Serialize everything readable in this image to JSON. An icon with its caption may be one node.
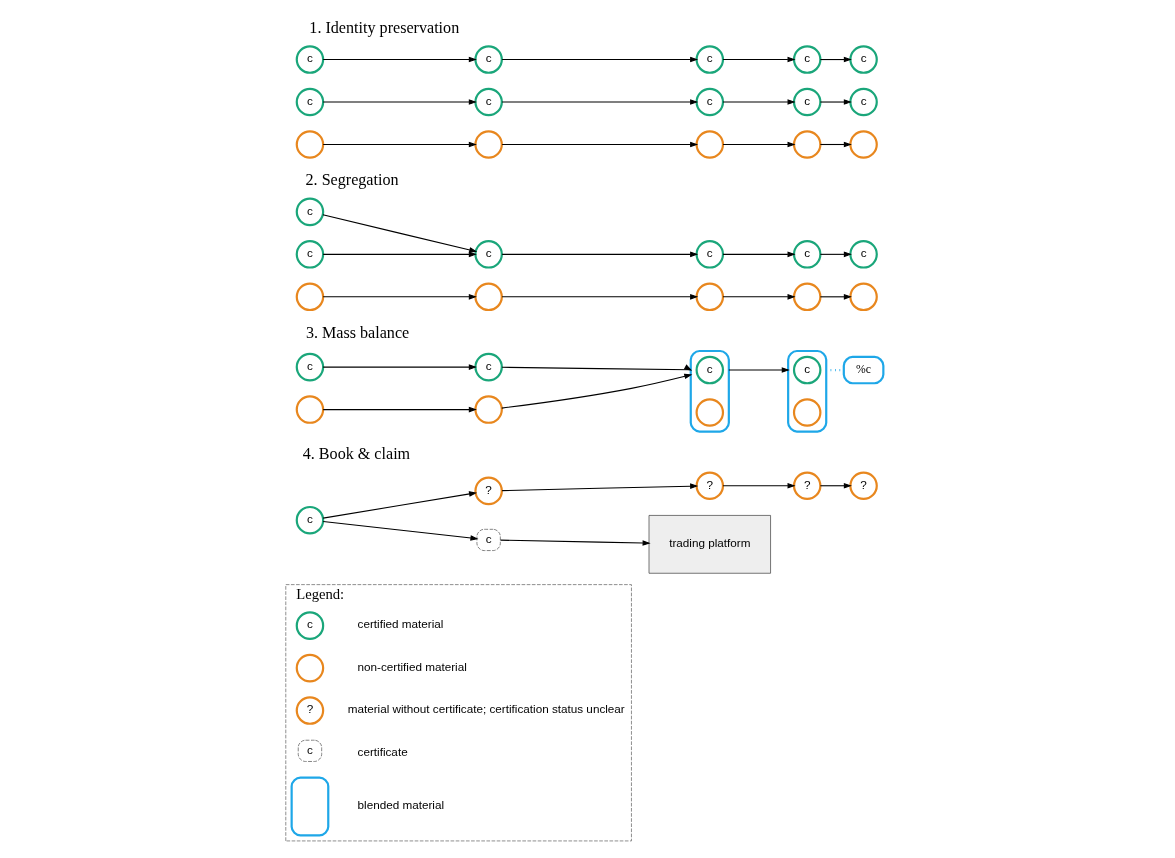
{
  "diagram": {
    "nodes": [
      {
        "text": [
          "c"
        ]
      },
      {
        "text": [
          "c"
        ]
      },
      {
        "text": [
          "c"
        ]
      },
      {
        "text": [
          "c"
        ]
      },
      {
        "text": [
          "c"
        ]
      },
      {
        "text": [
          "c"
        ]
      },
      {
        "text": [
          "c"
        ]
      },
      {
        "text": [
          "c"
        ]
      },
      {
        "text": [
          "c"
        ]
      },
      {
        "text": [
          "c"
        ]
      },
      {
        "text": [],
        "shape": "circle"
      },
      {
        "text": [],
        "shape": "circle"
      },
      {
        "text": [],
        "shape": "circle"
      },
      {
        "text": [],
        "shape": "circle"
      },
      {
        "text": [],
        "shape": "circle"
      },
      {
        "text": [
          "c"
        ]
      },
      {
        "text": [
          "c"
        ]
      },
      {
        "text": [
          "c"
        ]
      },
      {
        "text": [
          "c"
        ]
      },
      {
        "text": [
          "c"
        ]
      },
      {
        "text": [
          "c"
        ]
      },
      {
        "text": [],
        "shape": "circle"
      },
      {
        "text": [],
        "shape": "circle"
      },
      {
        "text": [],
        "shape": "circle"
      },
      {
        "text": [],
        "shape": "circle"
      },
      {
        "text": [],
        "shape": "circle"
      },
      {
        "text": [
          "c"
        ]
      },
      {
        "text": [
          "c"
        ]
      },
      {
        "text": [],
        "shape": "circle"
      },
      {
        "text": [],
        "shape": "circle"
      },
      {
        "text": [],
        "shape": "box"
      },
      {
        "text": [
          "c"
        ],
        "in": 30
      },
      {
        "text": [],
        "shape": "circle",
        "in": 30
      },
      {
        "text": [],
        "shape": "box"
      },
      {
        "text": [
          "c"
        ],
        "in": 33
      },
      {
        "text": [],
        "shape": "circle",
        "in": 33
      },
      {
        "text": [
          "%c"
        ]
      },
      {
        "text": [
          "c"
        ]
      },
      {
        "text": [
          "c"
        ]
      },
      {
        "text": [
          "trading platform"
        ]
      },
      {
        "text": [
          "?"
        ]
      },
      {
        "text": [
          "?"
        ]
      },
      {
        "text": [
          "?"
        ]
      },
      {
        "text": [
          "?"
        ]
      },
      {
        "text": [
          "Legend:"
        ]
      },
      {
        "text": [
          "c"
        ],
        "in": 44,
        "beside": [
          "certified material"
        ]
      },
      {
        "text": [],
        "shape": "circle",
        "in": 44,
        "beside": [
          "non-certified material"
        ]
      },
      {
        "text": [
          "?"
        ],
        "in": 44,
        "beside": [
          "material without certificate; certification status unclear"
        ]
      },
      {
        "text": [
          "c"
        ],
        "in": 44,
        "beside": [
          "certificate"
        ]
      },
      {
        "text": [],
        "shape": "box",
        "in": 44,
        "beside": [
          "blended material"
        ]
      }
    ],
    "edges": [
      {
        "from": 0,
        "to": 1,
        "arrow": "to"
      },
      {
        "from": 1,
        "to": 2,
        "arrow": "to"
      },
      {
        "from": 2,
        "to": 3,
        "arrow": "to"
      },
      {
        "from": 3,
        "to": 4,
        "arrow": "to"
      },
      {
        "from": 5,
        "to": 6,
        "arrow": "to"
      },
      {
        "from": 6,
        "to": 7,
        "arrow": "to"
      },
      {
        "from": 7,
        "to": 8,
        "arrow": "to"
      },
      {
        "from": 8,
        "to": 9,
        "arrow": "to"
      },
      {
        "from": 10,
        "to": 11,
        "arrow": "to"
      },
      {
        "from": 11,
        "to": 12,
        "arrow": "to"
      },
      {
        "from": 12,
        "to": 13,
        "arrow": "to"
      },
      {
        "from": 13,
        "to": 14,
        "arrow": "to"
      },
      {
        "from": 15,
        "to": 17,
        "arrow": "to"
      },
      {
        "from": 16,
        "to": 17,
        "arrow": "to"
      },
      {
        "from": 17,
        "to": 18,
        "arrow": "to"
      },
      {
        "from": 18,
        "to": 19,
        "arrow": "to"
      },
      {
        "from": 19,
        "to": 20,
        "arrow": "to"
      },
      {
        "from": 21,
        "to": 22,
        "arrow": "to"
      },
      {
        "from": 22,
        "to": 23,
        "arrow": "to"
      },
      {
        "from": 23,
        "to": 24,
        "arrow": "to"
      },
      {
        "from": 24,
        "to": 25,
        "arrow": "to"
      },
      {
        "from": 26,
        "to": 27,
        "arrow": "to"
      },
      {
        "from": 28,
        "to": 29,
        "arrow": "to"
      },
      {
        "from": 27,
        "to": 30,
        "arrow": "to"
      },
      {
        "from": 29,
        "to": 30,
        "arrow": "to"
      },
      {
        "from": 30,
        "to": 33,
        "arrow": "to"
      },
      {
        "from": 33,
        "to": 36,
        "arrow": "none",
        "style": "dashed",
        "color": "#1ea7e8"
      },
      {
        "from": 37,
        "to": 38,
        "arrow": "to"
      },
      {
        "from": 38,
        "to": 39,
        "arrow": "to"
      },
      {
        "from": 37,
        "to": 40,
        "arrow": "to"
      },
      {
        "from": 40,
        "to": 41,
        "arrow": "to"
      },
      {
        "from": 41,
        "to": 42,
        "arrow": "to"
      },
      {
        "from": 42,
        "to": 43,
        "arrow": "to"
      }
    ],
    "labels": [
      "1. Identity preservation",
      "2. Segregation",
      "3. Mass balance",
      "4. Book & claim"
    ]
  }
}
